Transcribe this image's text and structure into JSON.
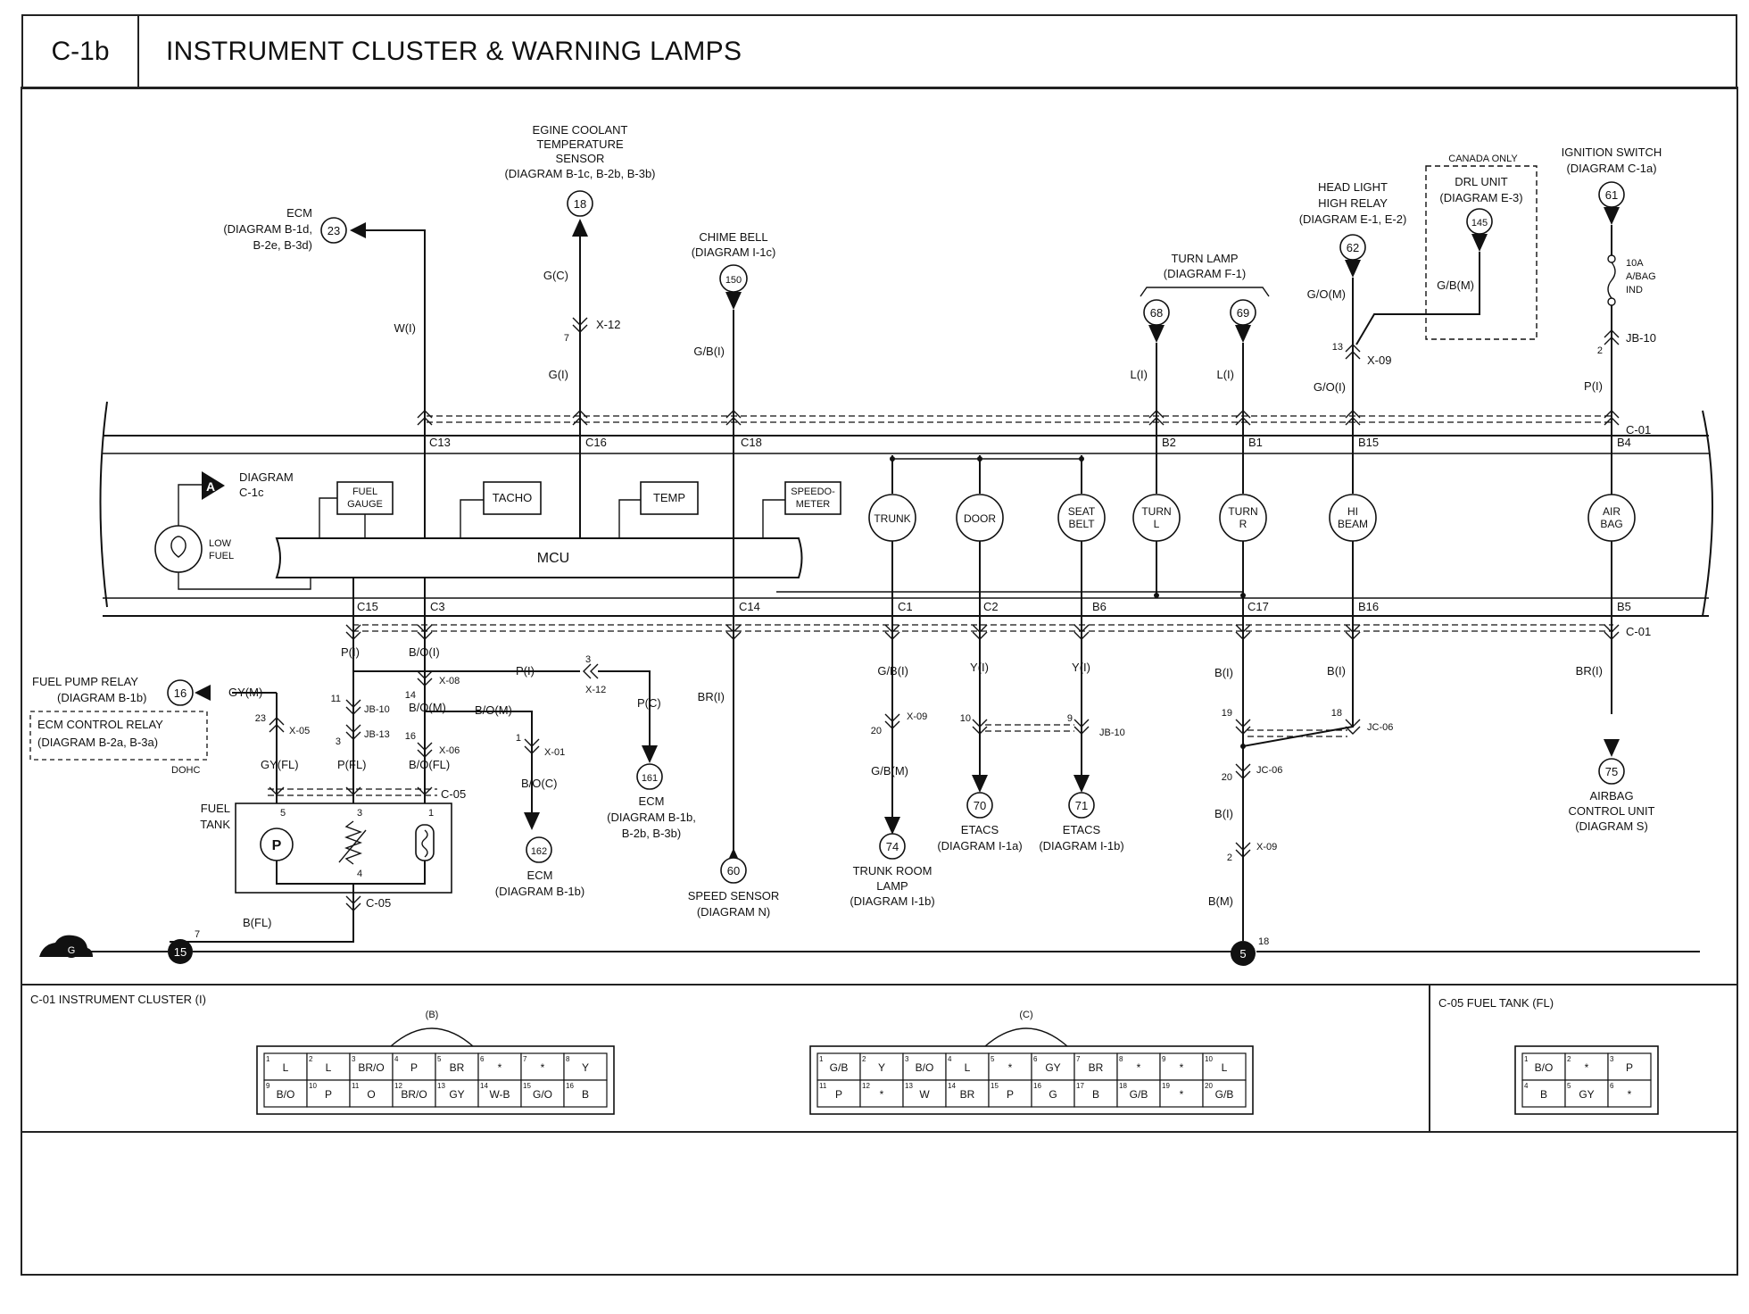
{
  "header": {
    "code": "C-1b",
    "title": "INSTRUMENT CLUSTER & WARNING LAMPS"
  },
  "ref": {
    "coolant": {
      "line1": "EGINE COOLANT",
      "line2": "TEMPERATURE",
      "line3": "SENSOR",
      "line4": "(DIAGRAM B-1c, B-2b, B-3b)",
      "num": "18",
      "wire1": "G(C)",
      "conn": "X-12",
      "pin": "7",
      "wire2": "G(I)"
    },
    "ecm23": {
      "line1": "ECM",
      "line2": "(DIAGRAM B-1d,",
      "line3": "B-2e, B-3d)",
      "num": "23",
      "wire": "W(I)"
    },
    "chime": {
      "line1": "CHIME BELL",
      "line2": "(DIAGRAM I-1c)",
      "num": "150",
      "wire": "G/B(I)"
    },
    "turnlamp": {
      "line1": "TURN LAMP",
      "line2": "(DIAGRAM F-1)",
      "num1": "68",
      "num2": "69",
      "wire1": "L(I)",
      "wire2": "L(I)"
    },
    "headlight": {
      "line1": "HEAD LIGHT",
      "line2": "HIGH RELAY",
      "line3": "(DIAGRAM E-1, E-2)",
      "num": "62",
      "wire1": "G/O(M)",
      "conn": "X-09",
      "pin": "13",
      "wire2": "G/O(I)"
    },
    "drl": {
      "canada": "CANADA ONLY",
      "line1": "DRL UNIT",
      "line2": "(DIAGRAM E-3)",
      "num": "145",
      "wire": "G/B(M)"
    },
    "ignition": {
      "line1": "IGNITION SWITCH",
      "line2": "(DIAGRAM C-1a)",
      "num": "61",
      "fuse1": "10A",
      "fuse2": "A/BAG",
      "fuse3": "IND",
      "conn": "JB-10",
      "pin": "2",
      "wire": "P(I)"
    },
    "diagA": {
      "letter": "A",
      "line1": "DIAGRAM",
      "line2": "C-1c"
    }
  },
  "cluster": {
    "top_pins": [
      "C13",
      "C16",
      "C18",
      "B2",
      "B1",
      "B15",
      "B4"
    ],
    "top_conn": "C-01",
    "bottom_pins": [
      "C15",
      "C3",
      "C14",
      "C1",
      "C2",
      "B6",
      "C17",
      "B16",
      "B5"
    ],
    "bottom_conn": "C-01",
    "gauges": [
      "FUEL GAUGE",
      "TACHO",
      "TEMP",
      "SPEEDO-METER"
    ],
    "mcu": "MCU",
    "low_fuel": "LOW FUEL",
    "lamps": [
      "TRUNK",
      "DOOR",
      "SEAT BELT",
      "TURN L",
      "TURN R",
      "HI BEAM",
      "AIR BAG"
    ]
  },
  "lower": {
    "fuelpump": {
      "line1": "FUEL PUMP RELAY",
      "line2": "(DIAGRAM B-1b)",
      "num": "16",
      "wire": "GY(M)"
    },
    "ecmrelay": {
      "line1": "ECM CONTROL RELAY",
      "line2": "(DIAGRAM B-2a, B-3a)",
      "note": "DOHC"
    },
    "wires": {
      "gy_pin": "23",
      "gy_conn": "X-05",
      "gy_fl": "GY(FL)",
      "p_i": "P(I)",
      "p_pin1": "11",
      "p_conn1": "JB-10",
      "p_pin2": "3",
      "p_conn2": "JB-13",
      "p_fl": "P(FL)",
      "bo_i": "B/O(I)",
      "bo_pin1": "14",
      "bo_conn1": "X-08",
      "bo_m": "B/O(M)",
      "bo_pin2": "16",
      "bo_conn2": "X-06",
      "bo_fl": "B/O(FL)",
      "bo_m2": "B/O(M)",
      "x01_pin": "1",
      "x01": "X-01",
      "bo_c": "B/O(C)",
      "p_i2": "P(I)",
      "x12_pin": "3",
      "x12": "X-12",
      "p_c": "P(C)",
      "c05": "C-05",
      "br_i": "BR(I)"
    },
    "fueltank": {
      "line1": "FUEL",
      "line2": "TANK",
      "pump": "P",
      "pin5": "5",
      "pin3": "3",
      "pin1": "1",
      "pin4": "4",
      "conn": "C-05",
      "wire": "B(FL)",
      "pin7": "7",
      "ground": "15",
      "g": "G"
    },
    "ecm161": {
      "num": "161",
      "line1": "ECM",
      "line2": "(DIAGRAM B-1b,",
      "line3": "B-2b, B-3b)"
    },
    "ecm162": {
      "num": "162",
      "line1": "ECM",
      "line2": "(DIAGRAM B-1b)"
    },
    "speed": {
      "num": "60",
      "line1": "SPEED SENSOR",
      "line2": "(DIAGRAM N)"
    },
    "trunk": {
      "wire1": "G/B(I)",
      "conn": "X-09",
      "pin": "20",
      "wire2": "G/B(M)",
      "num": "74",
      "line1": "TRUNK ROOM",
      "line2": "LAMP",
      "line3": "(DIAGRAM I-1b)"
    },
    "etacs70": {
      "wire": "Y(I)",
      "pin": "10",
      "num": "70",
      "line1": "ETACS",
      "line2": "(DIAGRAM I-1a)"
    },
    "etacs71": {
      "wire": "Y(I)",
      "pin": "9",
      "conn": "JB-10",
      "num": "71",
      "line1": "ETACS",
      "line2": "(DIAGRAM I-1b)"
    },
    "ground5": {
      "wire1": "B(I)",
      "wire2": "B(I)",
      "pin19": "19",
      "pin18": "18",
      "conn": "JC-06",
      "pin20": "20",
      "conn2": "JC-06",
      "wire3": "B(I)",
      "pin2": "2",
      "conn3": "X-09",
      "wire4": "B(M)",
      "num": "5",
      "pin18b": "18"
    },
    "airbag": {
      "wire": "BR(I)",
      "conn": "C-01",
      "num": "75",
      "line1": "AIRBAG",
      "line2": "CONTROL UNIT",
      "line3": "(DIAGRAM S)"
    }
  },
  "connectors": {
    "c01_title": "C-01 INSTRUMENT CLUSTER (I)",
    "b_label": "(B)",
    "b_row1": [
      [
        "1",
        "L"
      ],
      [
        "2",
        "L"
      ],
      [
        "3",
        "BR/O"
      ],
      [
        "4",
        "P"
      ],
      [
        "5",
        "BR"
      ],
      [
        "6",
        "*"
      ],
      [
        "7",
        "*"
      ],
      [
        "8",
        "Y"
      ]
    ],
    "b_row2": [
      [
        "9",
        "B/O"
      ],
      [
        "10",
        "P"
      ],
      [
        "11",
        "O"
      ],
      [
        "12",
        "BR/O"
      ],
      [
        "13",
        "GY"
      ],
      [
        "14",
        "W-B"
      ],
      [
        "15",
        "G/O"
      ],
      [
        "16",
        "B"
      ]
    ],
    "c_label": "(C)",
    "c_row1": [
      [
        "1",
        "G/B"
      ],
      [
        "2",
        "Y"
      ],
      [
        "3",
        "B/O"
      ],
      [
        "4",
        "L"
      ],
      [
        "5",
        "*"
      ],
      [
        "6",
        "GY"
      ],
      [
        "7",
        "BR"
      ],
      [
        "8",
        "*"
      ],
      [
        "9",
        "*"
      ],
      [
        "10",
        "L"
      ]
    ],
    "c_row2": [
      [
        "11",
        "P"
      ],
      [
        "12",
        "*"
      ],
      [
        "13",
        "W"
      ],
      [
        "14",
        "BR"
      ],
      [
        "15",
        "P"
      ],
      [
        "16",
        "G"
      ],
      [
        "17",
        "B"
      ],
      [
        "18",
        "G/B"
      ],
      [
        "19",
        "*"
      ],
      [
        "20",
        "G/B"
      ]
    ],
    "c05_title": "C-05 FUEL TANK (FL)",
    "f_row1": [
      [
        "1",
        "B/O"
      ],
      [
        "2",
        "*"
      ],
      [
        "3",
        "P"
      ]
    ],
    "f_row2": [
      [
        "4",
        "B"
      ],
      [
        "5",
        "GY"
      ],
      [
        "6",
        "*"
      ]
    ]
  }
}
